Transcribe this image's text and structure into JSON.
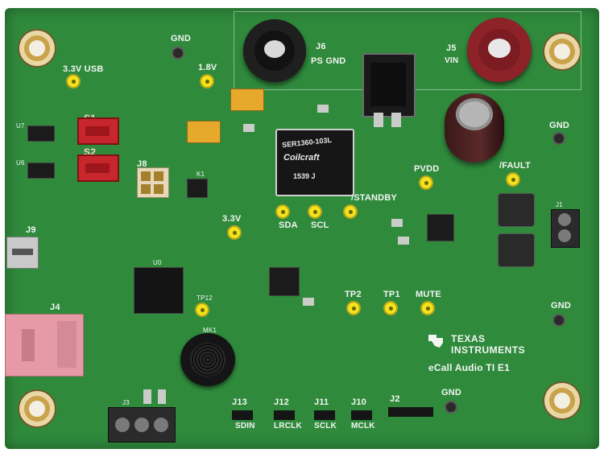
{
  "labels": {
    "gnd_top": "GND",
    "usb_33": "3.3V USB",
    "v18": "1.8V",
    "j6": "J6",
    "ps_gnd": "PS GND",
    "j5": "J5",
    "vin": "VIN",
    "gnd_right": "GND",
    "s1": "S1",
    "s2": "S2",
    "j8": "J8",
    "pvdd": "PVDD",
    "fault": "/FAULT",
    "standby": "/STANDBY",
    "sda": "SDA",
    "scl": "SCL",
    "v33": "3.3V",
    "j9": "J9",
    "j4": "J4",
    "tp2": "TP2",
    "tp1": "TP1",
    "mute": "MUTE",
    "gnd_right2": "GND",
    "ti_line1": "TEXAS",
    "ti_line2": "INSTRUMENTS",
    "ecall": "eCall Audio TI E1",
    "j13": "J13",
    "sdin": "SDIN",
    "j12": "J12",
    "lrclk": "LRCLK",
    "j11": "J11",
    "sclk": "SCLK",
    "j10": "J10",
    "mclk": "MCLK",
    "j2": "J2",
    "gnd_bottom": "GND",
    "j3": "J3",
    "inductor_line1": "SER1360-103L",
    "inductor_line2": "Coilcraft",
    "inductor_line3": "1539 J",
    "tp12": "TP12",
    "mk1": "MK1",
    "u0": "U0",
    "u7": "U7",
    "u6": "U6",
    "k1": "K1",
    "j1": "J1"
  },
  "colors": {
    "pcb": "#2f8a3c",
    "silkscreen": "#f2f5f2",
    "testpoint": "#f3e21e",
    "binding_post_red": "#7a1c22",
    "binding_post_black": "#121212",
    "audio_jack": "#e59aa6",
    "terminal_block": "#2b2b2b",
    "tantalum_cap": "#e7a92b"
  }
}
